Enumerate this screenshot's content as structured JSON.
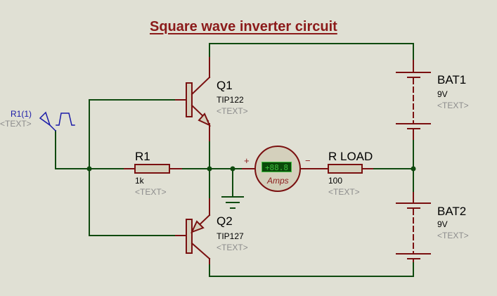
{
  "title": "Square wave inverter circuit",
  "colors": {
    "background": "#e0e0d4",
    "wire": "#0f4a0f",
    "component": "#7a1010",
    "component_fill": "#d4d0bc",
    "title": "#8b1a1a",
    "generator": "#1a1aa8",
    "placeholder": "#8c8c8c",
    "lcd_bg": "#0b4a0b",
    "lcd_text": "#3fbf3f"
  },
  "generator": {
    "ref": "R1(1)",
    "text": "<TEXT>"
  },
  "components": {
    "q1": {
      "ref": "Q1",
      "value": "TIP122",
      "text": "<TEXT>"
    },
    "q2": {
      "ref": "Q2",
      "value": "TIP127",
      "text": "<TEXT>"
    },
    "r1": {
      "ref": "R1",
      "value": "1k",
      "text": "<TEXT>"
    },
    "rload": {
      "ref": "R LOAD",
      "value": "100",
      "text": "<TEXT>"
    },
    "bat1": {
      "ref": "BAT1",
      "value": "9V",
      "text": "<TEXT>"
    },
    "bat2": {
      "ref": "BAT2",
      "value": "9V",
      "text": "<TEXT>"
    }
  },
  "ammeter": {
    "reading": "+88.8",
    "unit": "Amps",
    "plus": "+",
    "minus": "−"
  }
}
